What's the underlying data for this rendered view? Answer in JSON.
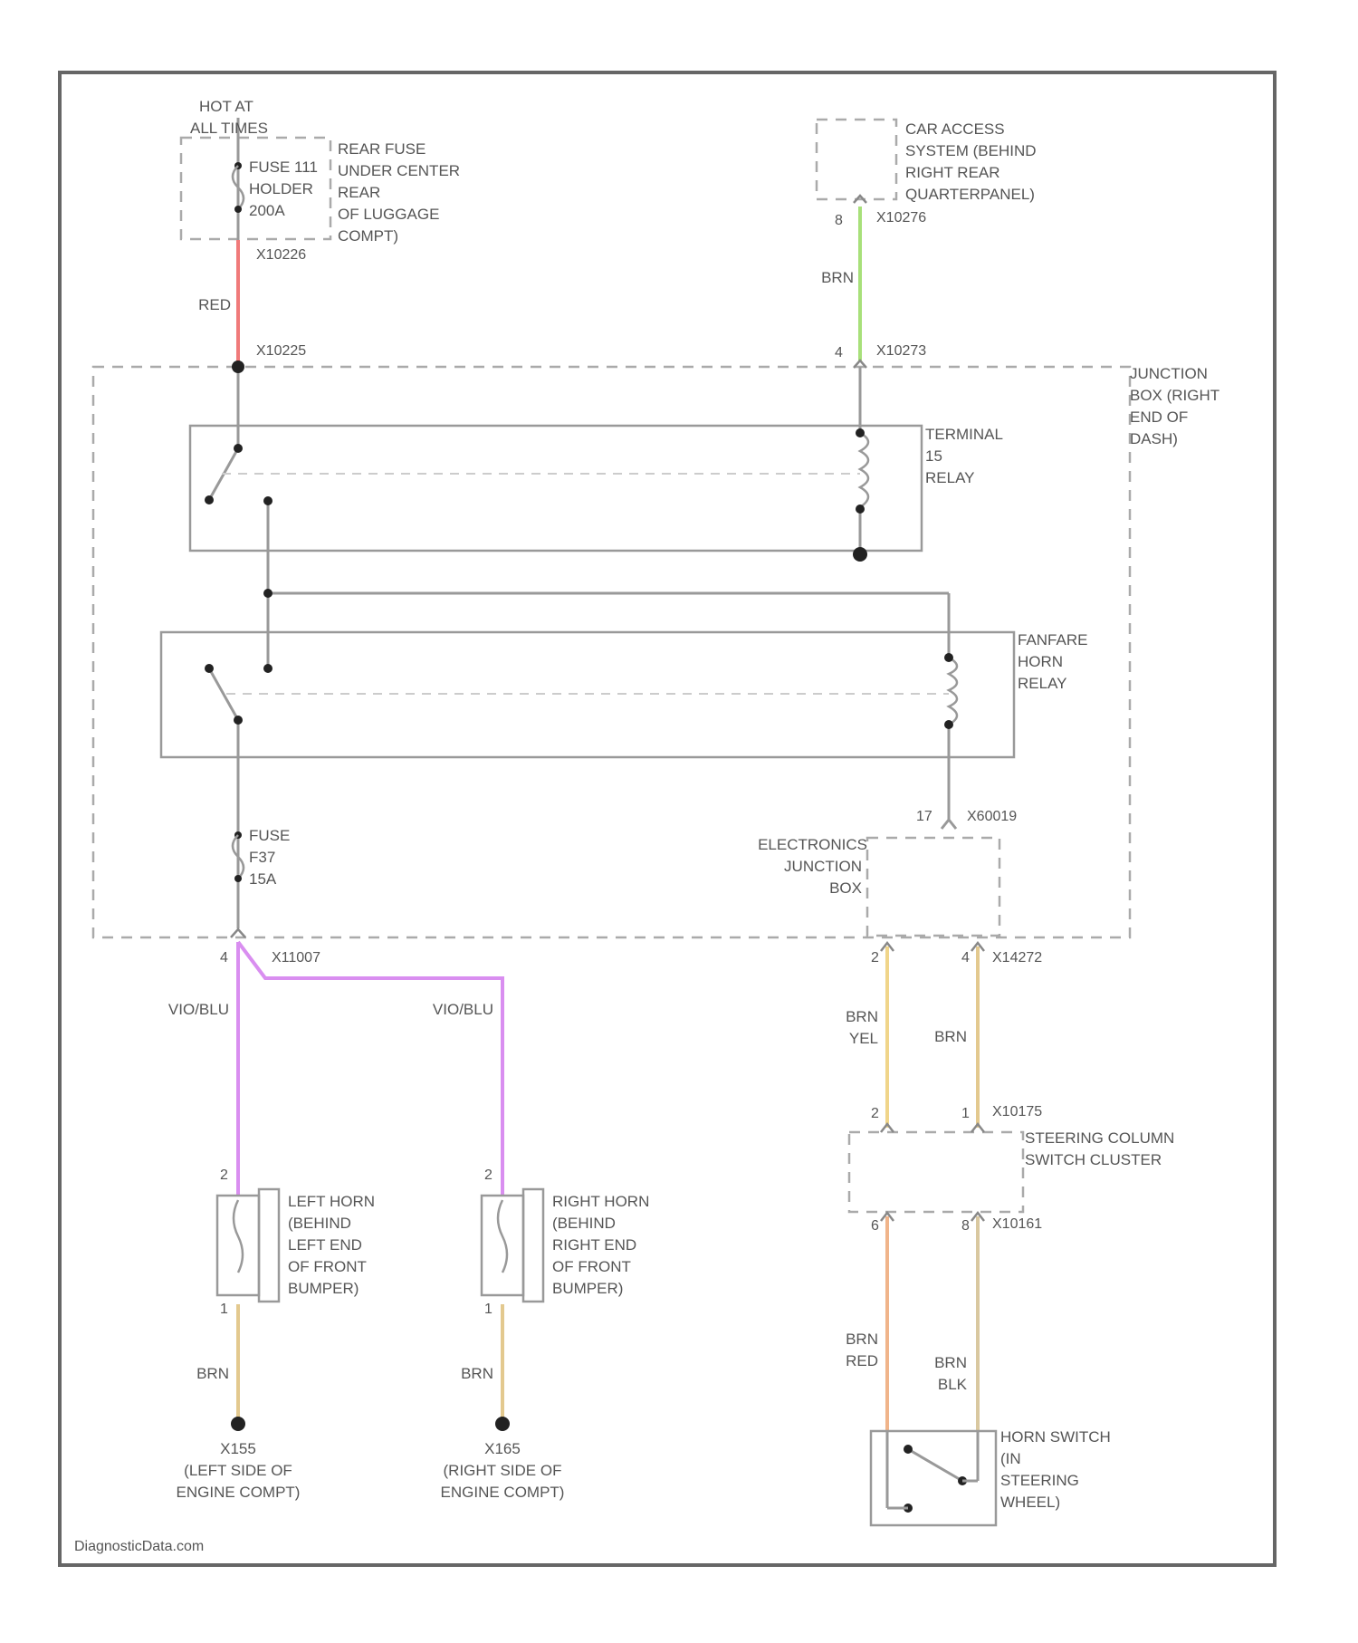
{
  "labels": {
    "hot_at_all_times": [
      "HOT AT",
      "ALL TIMES"
    ],
    "rear_fuse_holder_location": [
      "REAR FUSE",
      "UNDER CENTER",
      "REAR",
      "OF LUGGAGE",
      "COMPT)"
    ],
    "fuse_holder": [
      "FUSE 111",
      "HOLDER",
      "200A"
    ],
    "car_access_system": [
      "CAR ACCESS",
      "SYSTEM (BEHIND",
      "RIGHT REAR",
      "QUARTERPANEL)"
    ],
    "junction_box": [
      "JUNCTION",
      "BOX (RIGHT",
      "END OF",
      "DASH)"
    ],
    "terminal_relay": [
      "TERMINAL",
      "15",
      "RELAY"
    ],
    "fanfare_relay": [
      "FANFARE",
      "HORN",
      "RELAY"
    ],
    "fuse_lower": [
      "FUSE",
      "F37",
      "15A"
    ],
    "ejb": [
      "ELECTRONICS",
      "JUNCTION",
      "BOX"
    ],
    "steering_column": [
      "STEERING COLUMN",
      "SWITCH CLUSTER"
    ],
    "left_horn": [
      "LEFT HORN",
      "(BEHIND",
      "LEFT END",
      "OF FRONT",
      "BUMPER)"
    ],
    "right_horn": [
      "RIGHT HORN",
      "(BEHIND",
      "RIGHT END",
      "OF FRONT",
      "BUMPER)"
    ],
    "horn_switch": [
      "HORN SWITCH",
      "(IN",
      "STEERING",
      "WHEEL)"
    ],
    "ground_left": [
      "X155",
      "(LEFT SIDE OF",
      "ENGINE COMPT)"
    ],
    "ground_right": [
      "X165",
      "(RIGHT SIDE OF",
      "ENGINE COMPT)"
    ]
  },
  "connectors": {
    "c1": "X10226",
    "c2": "X10225",
    "c3": "X10276",
    "c4": "X10273",
    "c5": "X11007",
    "c6": "X60019",
    "c7": "X14272",
    "c8": "X10175",
    "c9": "X10161"
  },
  "pins": {
    "p8": "8",
    "p4": "4",
    "p4b": "4",
    "p17": "17",
    "p2a": "2",
    "p4c": "4",
    "p2b": "2",
    "p1": "1",
    "p6": "6",
    "p8b": "8",
    "p2l": "2",
    "p1l": "1",
    "p2r": "2",
    "p1r": "1"
  },
  "wire_colors": {
    "red": "RED",
    "brn_top": "BRN",
    "vio_blu_left": "VIO/BLU",
    "vio_blu_right": "VIO/BLU",
    "brn_yel": [
      "BRN",
      "YEL"
    ],
    "brn_mid": "BRN",
    "brn_red": [
      "BRN",
      "RED"
    ],
    "brn_blk": [
      "BRN",
      "BLK"
    ],
    "brn_left": "BRN",
    "brn_right": "BRN"
  },
  "colors": {
    "red": "#f07a7a",
    "green": "#a8e07a",
    "violet": "#d98ef0",
    "yellow": "#f0d58a",
    "tan": "#e3c98f",
    "orange": "#f0b48a",
    "khaki": "#d9c8a0",
    "gray": "#999999"
  },
  "footer": "DiagnosticData.com"
}
